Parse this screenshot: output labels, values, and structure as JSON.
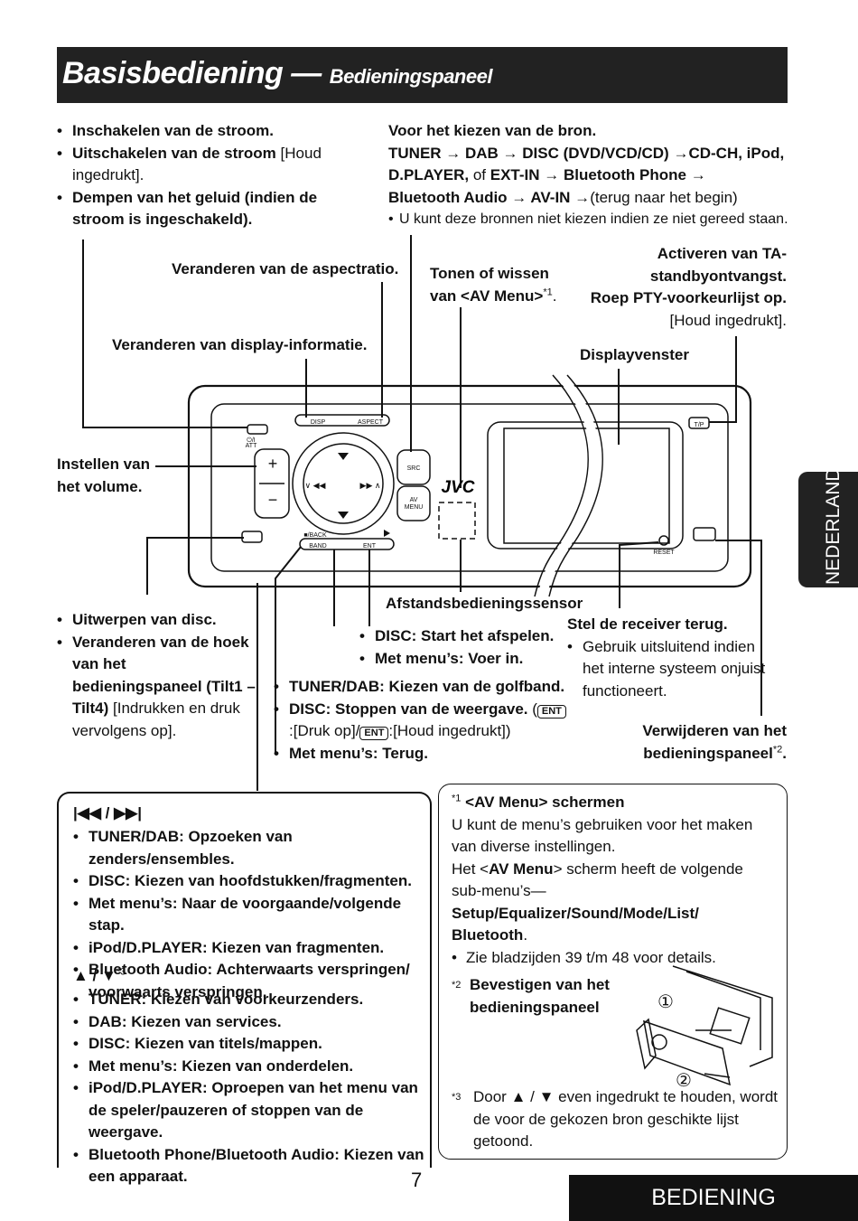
{
  "header": {
    "title": "Basisbediening —",
    "subtitle": "Bedieningspaneel"
  },
  "side_tab": "NEDERLANDS",
  "footer": {
    "page_number": "7",
    "section": "BEDIENING"
  },
  "power": {
    "items": [
      {
        "bold": "Inschakelen van de stroom.",
        "normal": ""
      },
      {
        "bold": "Uitschakelen van de stroom",
        "normal": " [Houd ingedrukt]."
      },
      {
        "bold": "Dempen van het geluid (indien de stroom is ingeschakeld).",
        "normal": ""
      }
    ]
  },
  "source": {
    "line1": "Voor het kiezen van de bron.",
    "line2": "TUNER → DAB → DISC (DVD/VCD/CD) →CD-CH, iPod,",
    "line3a": "D.PLAYER,",
    "line3b": " of ",
    "line3c": "EXT-IN → Bluetooth Phone →",
    "line4a": "Bluetooth Audio → AV-IN →",
    "line4b": "(terug naar het begin)",
    "bullet": "U kunt deze bronnen niet kiezen indien ze niet gereed staan."
  },
  "labels": {
    "aspect": "Veranderen van de aspectratio.",
    "display_info": "Veranderen van display-informatie.",
    "av_menu_1": "Tonen of wissen",
    "av_menu_2": "van <AV Menu>",
    "av_menu_ref": "*1",
    "ta_1": "Activeren van TA-",
    "ta_2": "standbyontvangst.",
    "ta_3": "Roep PTY-voorkeurlijst op.",
    "ta_4": "[Houd ingedrukt].",
    "display_window": "Displayvenster",
    "volume_1": "Instellen van",
    "volume_2": "het volume.",
    "remote_sensor": "Afstandsbedieningssensor"
  },
  "panel_buttons": {
    "disp": "DISP",
    "aspect": "ASPECT",
    "src": "SRC",
    "av_menu_1": "AV",
    "av_menu_2": "MENU",
    "brand": "JVC",
    "back": "■/BACK",
    "band": "BAND",
    "ent": "ENT",
    "reset": "RESET",
    "tp": "T/P",
    "att": "ATT",
    "power": "⏻/I"
  },
  "eject": {
    "items": [
      {
        "bold": "Uitwerpen van disc.",
        "normal": ""
      },
      {
        "bold": "Veranderen van de hoek van het bedieningspaneel (Tilt1 – Tilt4)",
        "normal": " [Indrukken en druk vervolgens op]."
      }
    ]
  },
  "ent_items": [
    "DISC: Start het afspelen.",
    "Met menu’s: Voer in."
  ],
  "band_items": {
    "item1": "TUNER/DAB: Kiezen van de golfband.",
    "item2": "DISC: Stoppen van de weergave.",
    "item2b": " (",
    "ent_label": "ENT",
    "item2c": ":[Druk op]/",
    "item2d": ":[Houd ingedrukt])",
    "item3": "Met menu’s: Terug."
  },
  "reset": {
    "title": "Stel de receiver terug.",
    "bullet": "Gebruik uitsluitend indien het interne systeem onjuist functioneert."
  },
  "detach": {
    "line1": "Verwijderen van het",
    "line2": "bedieningspaneel",
    "ref": "*2",
    "end": "."
  },
  "skip_box": {
    "heading": "|◀◀ / ▶▶|",
    "items": [
      "TUNER/DAB: Opzoeken van zenders/ensembles.",
      "DISC: Kiezen van hoofdstukken/fragmenten.",
      "Met menu’s: Naar de voorgaande/volgende stap.",
      "iPod/D.PLAYER: Kiezen van fragmenten.",
      "Bluetooth Audio: Achterwaarts verspringen/ voorwaarts verspringen."
    ],
    "heading2": "▲ / ▼",
    "heading2_ref": "*3",
    "items2": [
      "TUNER: Kiezen van voorkeurzenders.",
      "DAB: Kiezen van services.",
      "DISC: Kiezen van titels/mappen.",
      "Met menu’s: Kiezen van onderdelen.",
      "iPod/D.PLAYER: Oproepen van het menu van de speler/pauzeren of stoppen van de weergave.",
      "Bluetooth Phone/Bluetooth Audio: Kiezen van een apparaat."
    ]
  },
  "notes_box": {
    "n1_ref": "*1",
    "n1_title": "<AV Menu> schermen",
    "n1_text1": "U kunt de menu’s gebruiken voor het maken van diverse instellingen.",
    "n1_text2a": "Het <",
    "n1_text2b": "AV Menu",
    "n1_text2c": "> scherm heeft de volgende sub-menu’s—",
    "n1_text2d": "Setup/Equalizer/Sound/Mode/List/ Bluetooth",
    "n1_text2e": ".",
    "n1_bullet": "Zie bladzijden 39 t/m 48 voor details.",
    "n2_ref": "*2",
    "n2_title": "Bevestigen van het bedieningspaneel",
    "n2_step1": "①",
    "n2_step2": "②",
    "n3_ref": "*3",
    "n3_text": "Door ▲ / ▼ even ingedrukt te houden, wordt de voor de gekozen bron geschikte lijst getoond."
  }
}
